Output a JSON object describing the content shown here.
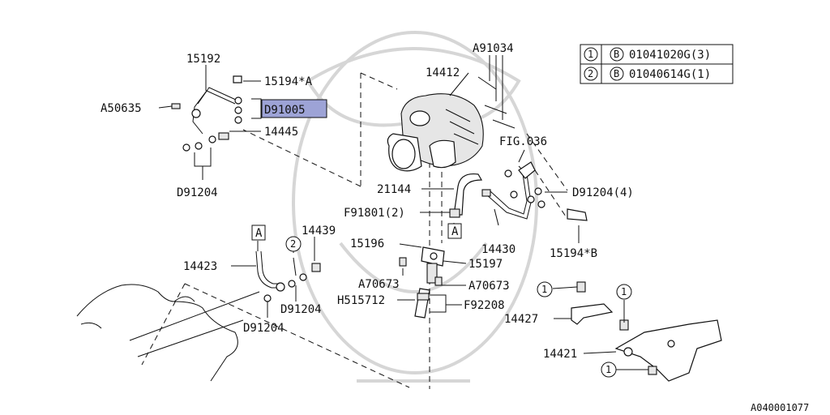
{
  "labels": {
    "p15192": "15192",
    "p15194a": "15194*A",
    "a50635": "A50635",
    "d91005": "D91005",
    "p14445": "14445",
    "d91204_top": "D91204",
    "p14412": "14412",
    "a91034": "A91034",
    "fig036": "FIG.036",
    "p21144": "21144",
    "d91204_4": "D91204(4)",
    "f91801": "F91801(2)",
    "ref_a_mid": "A",
    "ref_a_left": "A",
    "p15196": "15196",
    "p15197": "15197",
    "p14430": "14430",
    "p15194b": "15194*B",
    "p14439": "14439",
    "p14423": "14423",
    "circle2": "2",
    "a70673_left": "A70673",
    "a70673_right": "A70673",
    "d91204_mid": "D91204",
    "d91204_low": "D91204",
    "h515712": "H515712",
    "f92208": "F92208",
    "p14427": "14427",
    "p14421": "14421",
    "circle1_a": "1",
    "circle1_b": "1",
    "circle1_c": "1",
    "figure_id": "A040001077"
  },
  "legend_table": {
    "rows": [
      {
        "index": "1",
        "code": "B",
        "part": "01041020G(3)"
      },
      {
        "index": "2",
        "code": "B",
        "part": "01040614G(1)"
      }
    ]
  },
  "colors": {
    "highlight": "#9da3d6",
    "ink": "#111111",
    "watermark": "#d6d6d6"
  }
}
